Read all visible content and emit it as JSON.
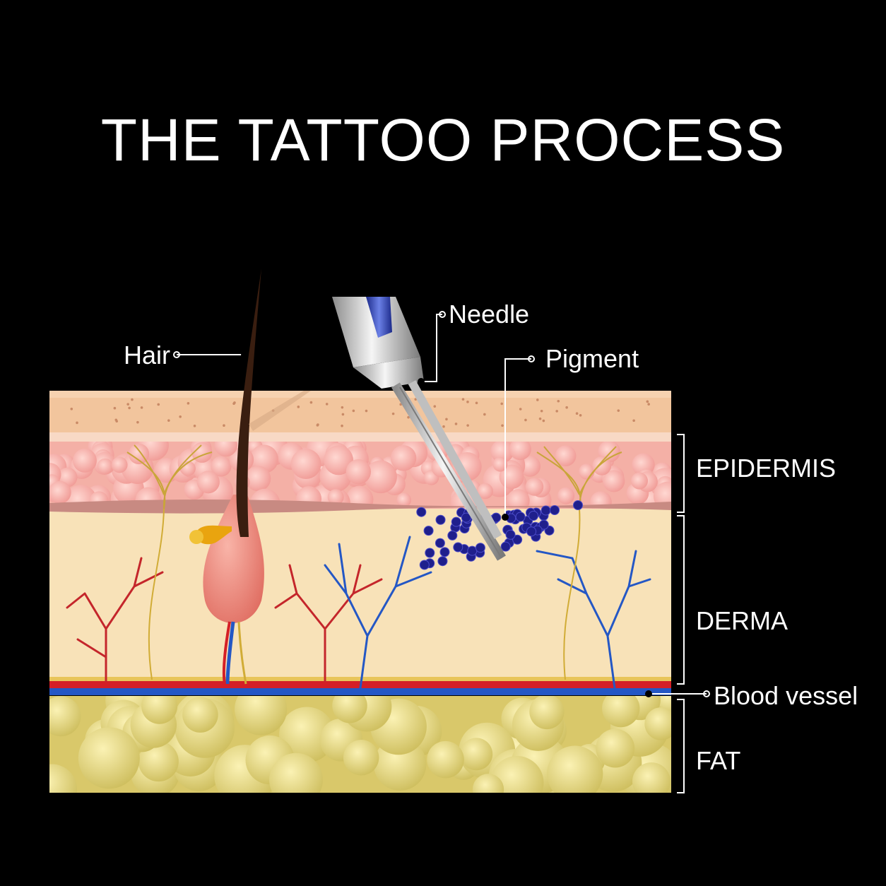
{
  "title": "THE TATTOO PROCESS",
  "labels": {
    "hair": "Hair",
    "needle": "Needle",
    "pigment": "Pigment",
    "epidermis": "EPIDERMIS",
    "derma": "DERMA",
    "blood_vessel": "Blood vessel",
    "fat": "FAT"
  },
  "colors": {
    "background": "#000000",
    "epidermis_surface": "#f2c59d",
    "epidermis_cells": "#f5b5ae",
    "derma": "#f8e2b8",
    "fat": "#e9dc8c",
    "artery": "#d41f26",
    "vein": "#2457c5",
    "pigment": "#1f1f8c",
    "hair": "#3a1e10",
    "follicle": "#f18f82",
    "needle_grip": "#2a3fa8"
  },
  "icons": [
    "tattoo-needle-icon",
    "hair-follicle-icon"
  ]
}
